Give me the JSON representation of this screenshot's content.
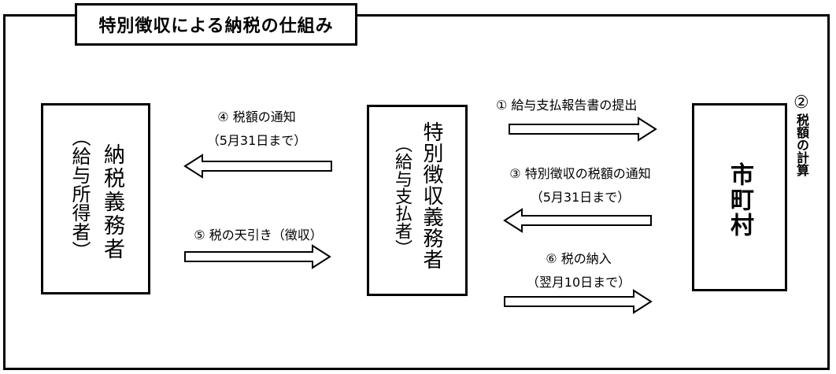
{
  "title": "特別徴収による納税の仕組み",
  "boxes": {
    "taxpayer": {
      "main": "納税義務者",
      "sub": "（給与所得者）"
    },
    "collector": {
      "main": "特別徴収義務者",
      "sub": "（給与支払者）"
    },
    "municipality": {
      "main": "市町村"
    }
  },
  "steps": {
    "step1": {
      "line1": "① 給与支払報告書の提出"
    },
    "step2": {
      "num": "②",
      "text": "税額の計算"
    },
    "step3": {
      "line1": "③ 特別徴収の税額の通知",
      "line2": "（5月31日まで）"
    },
    "step4": {
      "line1": "④ 税額の通知",
      "line2": "（5月31日まで）"
    },
    "step5": {
      "line1": "⑤ 税の天引き（徴収）"
    },
    "step6": {
      "line1": "⑥ 税の納入",
      "line2": "（翌月10日まで）"
    }
  }
}
